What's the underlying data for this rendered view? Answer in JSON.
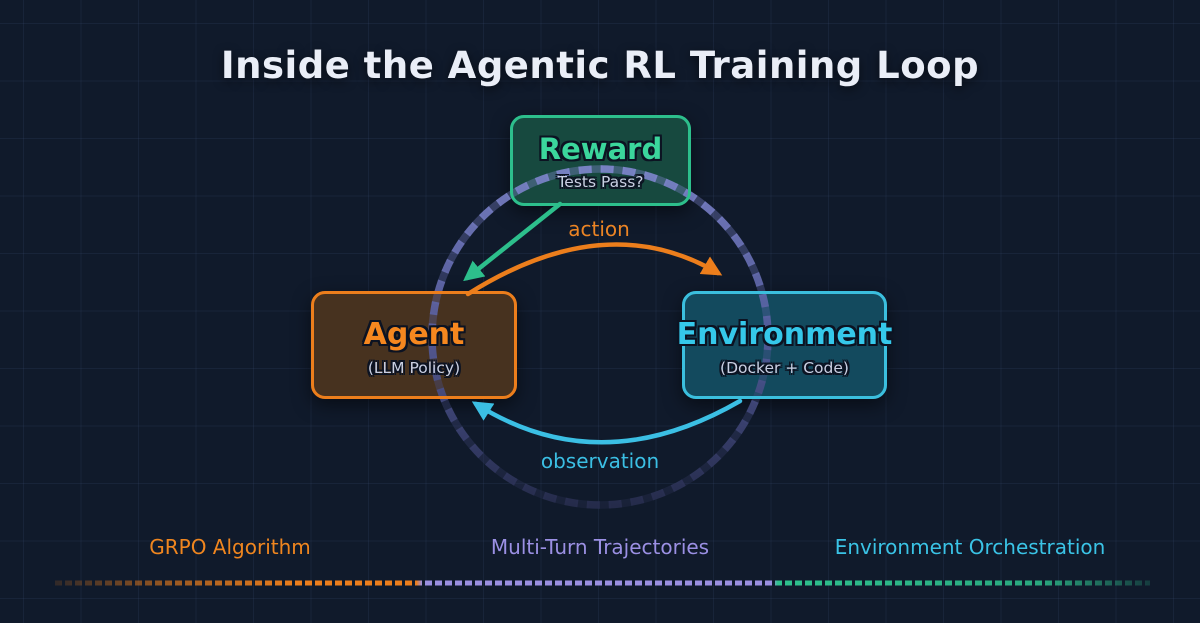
{
  "title": "Inside the Agentic RL Training Loop",
  "nodes": {
    "reward": {
      "label": "Reward",
      "sublabel": "Tests Pass?"
    },
    "agent": {
      "label": "Agent",
      "sublabel": "(LLM Policy)"
    },
    "environment": {
      "label": "Environment",
      "sublabel": "(Docker + Code)"
    }
  },
  "edges": {
    "action": {
      "label": "action",
      "from": "agent",
      "to": "environment"
    },
    "observation": {
      "label": "observation",
      "from": "environment",
      "to": "agent"
    },
    "reward_signal": {
      "label": "",
      "from": "reward",
      "to": "agent"
    }
  },
  "footer": {
    "items": [
      {
        "label": "GRPO Algorithm",
        "color": "#f0861f"
      },
      {
        "label": "Multi-Turn Trajectories",
        "color": "#9b90e4"
      },
      {
        "label": "Environment Orchestration",
        "color": "#3ac3e6"
      }
    ]
  },
  "colors": {
    "background": "#101a2b",
    "grid_line": "#2a3a55",
    "title_text": "#eaeef7",
    "green_border": "#2dbf8c",
    "green_text": "#3bd69c",
    "green_fill": "#17493f",
    "orange_border": "#ec7e1c",
    "orange_text": "#f5871f",
    "orange_fill": "#47321f",
    "cyan_border": "#3bbfde",
    "cyan_text": "#35c8ea",
    "cyan_fill": "#134a5e",
    "loop_circle": "#7a82cc",
    "sublabel_text": "#c9cfe2"
  }
}
